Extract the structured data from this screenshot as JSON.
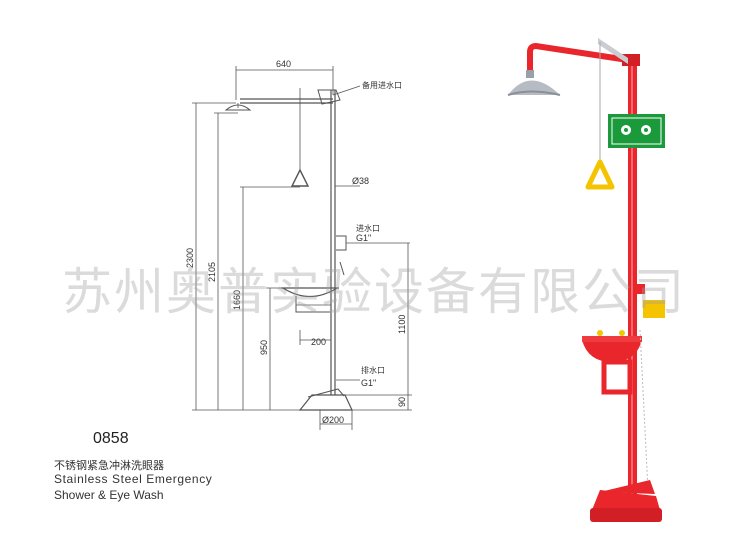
{
  "drawing": {
    "dimensions": {
      "arm_length": "640",
      "total_height": "2300",
      "shower_height": "2105",
      "handle_height": "1660",
      "basin_height": "950",
      "inlet_height": "1100",
      "pedal_height": "90",
      "pipe_diameter": "Ø38",
      "basin_offset": "200",
      "base_diameter": "Ø200"
    },
    "labels": {
      "backup_inlet": "备用进水口",
      "water_inlet": "进水口",
      "inlet_thread": "G1\"",
      "drain_outlet": "排水口",
      "drain_thread": "G1\""
    }
  },
  "product": {
    "model": "0858",
    "name_cn": "不锈钢紧急冲淋洗眼器",
    "name_en_line1": "Stainless Steel Emergency",
    "name_en_line2": "Shower & Eye Wash"
  },
  "watermark": "苏州奥普实验设备有限公司",
  "colors": {
    "unit_red": "#e8262b",
    "handle_yellow": "#f5c400",
    "sign_green": "#1a9a3a"
  },
  "icons": {
    "safety_sign": "emergency-shower-eyewash-sign-icon"
  }
}
